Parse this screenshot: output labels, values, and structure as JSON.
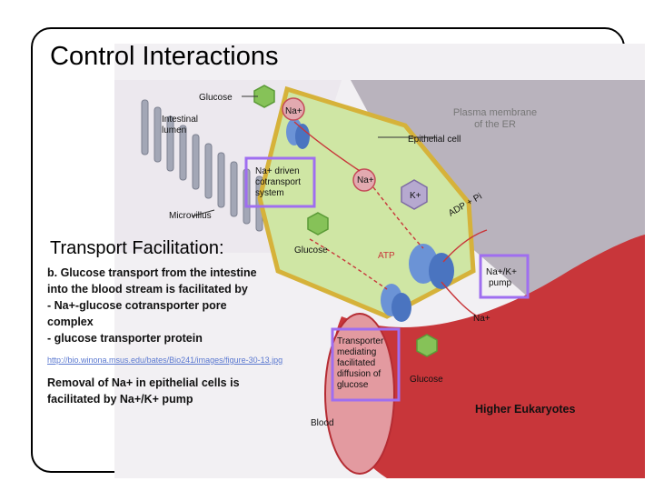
{
  "slide": {
    "title": "Control Interactions",
    "subtitle": "Transport Facilitation:",
    "body_b": [
      "b. Glucose transport from the intestine",
      "into the blood stream is facilitated by",
      "- Na+-glucose cotransporter pore",
      "complex",
      "- glucose transporter protein"
    ],
    "url": "http://bio.winona.msus.edu/bates/Bio241/images/figure-30-13.jpg",
    "removal": [
      "Removal of Na+ in epithelial cells is",
      "facilitated by Na+/K+ pump"
    ],
    "higher_eukaryotes": "Higher Eukaryotes",
    "plasma_membrane": [
      "Plasma membrane",
      "of the ER"
    ]
  },
  "diagram": {
    "glucose_top": "Glucose",
    "na_top": "Na+",
    "intestinal_lumen": [
      "Intestinal",
      "lumen"
    ],
    "epithelial_cell": "Epithelial cell",
    "na_driven": [
      "Na+ driven",
      "cotransport",
      "system"
    ],
    "microvillus": "Microvillus",
    "na_mid": "Na+",
    "k_plus": "K+",
    "adp_pi": "ADP + Pi",
    "glucose_mid": "Glucose",
    "atp": "ATP",
    "pump": [
      "Na+/K+",
      "pump"
    ],
    "na_right": "Na+",
    "transporter": [
      "Transporter",
      "mediating",
      "facilitated",
      "diffusion of",
      "glucose"
    ],
    "glucose_bottom": "Glucose",
    "blood": "Blood"
  },
  "colors": {
    "highlight_box": "#9f6ef0",
    "cell": "#cfe6a4",
    "vessel": "#c8363a",
    "glucose_hex": "#86c258"
  }
}
